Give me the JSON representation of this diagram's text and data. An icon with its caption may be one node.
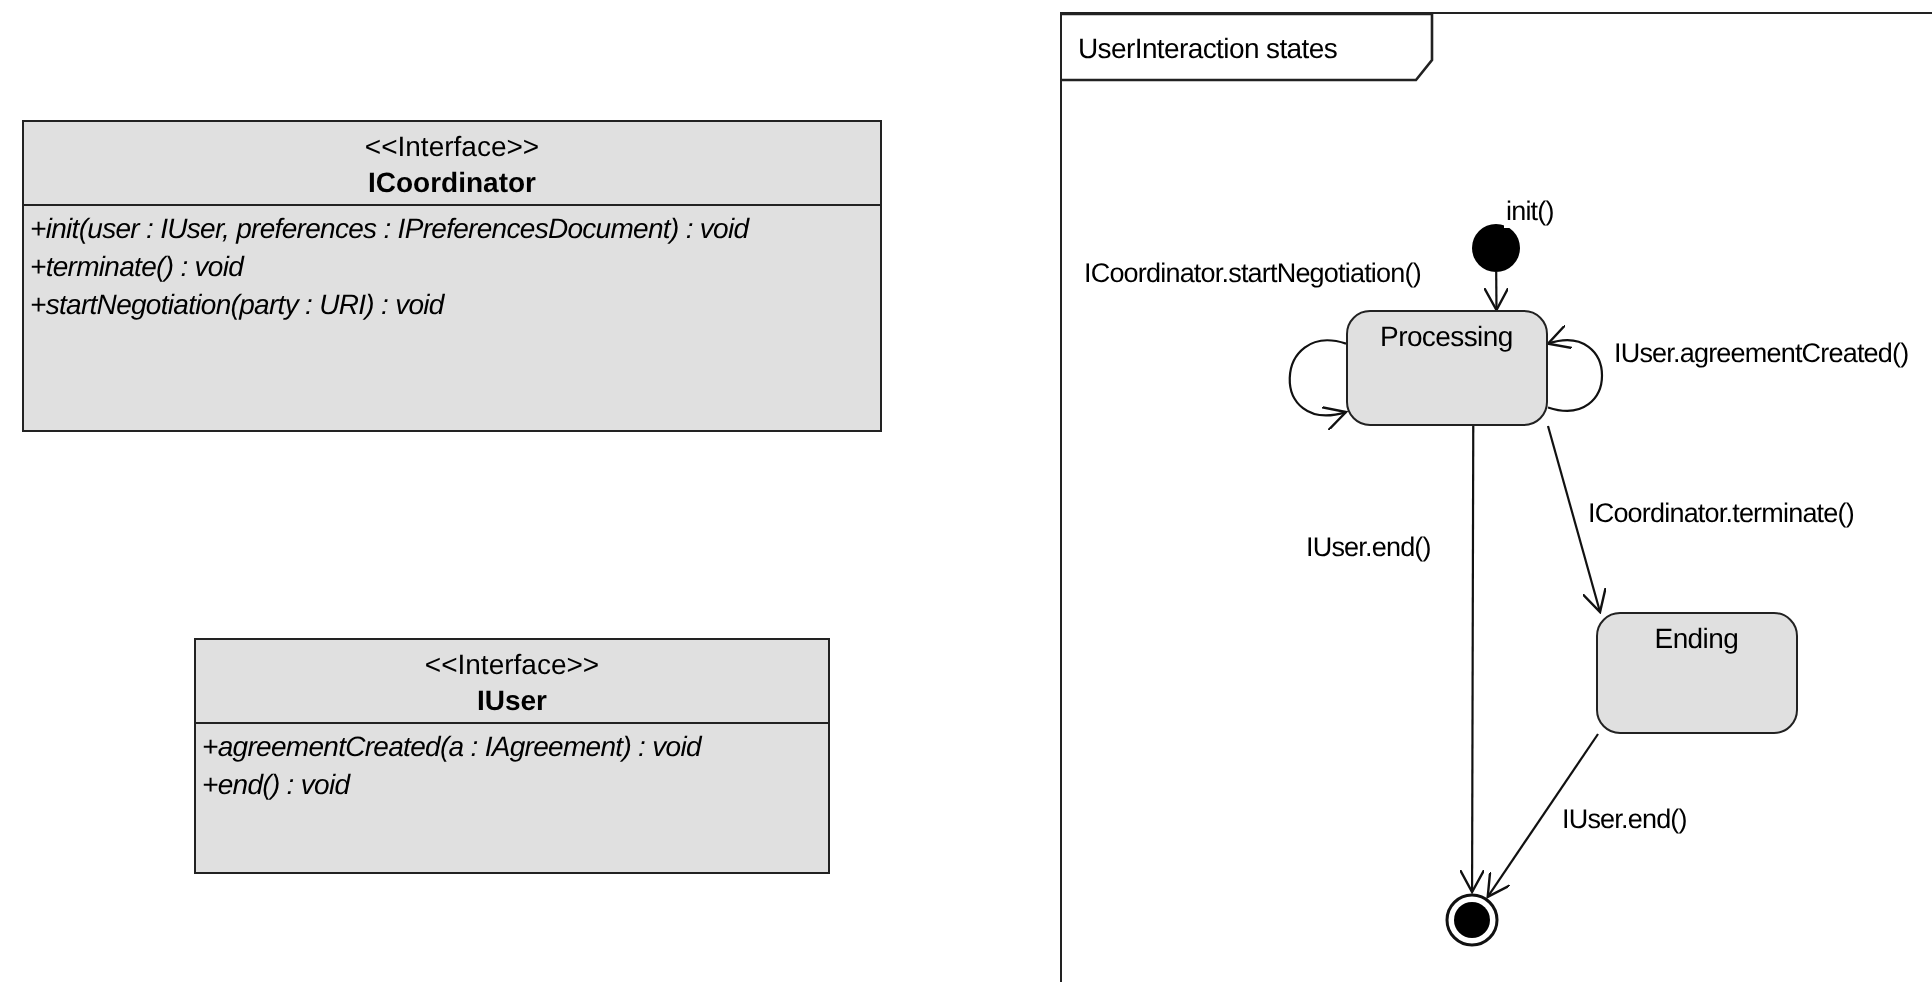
{
  "diagram": {
    "nodes": [
      {
        "text": [
          "<<Interface>>",
          "ICoordinator",
          "+init(user : IUser, preferences : IPreferencesDocument) : void",
          "+terminate() : void",
          "+startNegotiation(party : URI) : void"
        ]
      },
      {
        "text": [
          "<<Interface>>",
          "IUser",
          "+agreementCreated(a : IAgreement) : void",
          "+end() : void"
        ]
      },
      {
        "text": [
          "UserInteraction states"
        ]
      },
      {
        "text": [],
        "shape": "circle",
        "in": 2
      },
      {
        "text": [
          "Processing"
        ],
        "in": 2
      },
      {
        "text": [
          "Ending"
        ],
        "in": 2
      },
      {
        "text": [],
        "shape": "circle",
        "in": 2
      }
    ],
    "edges": [
      {
        "from": 3,
        "to": 4,
        "arrow": "to",
        "label": "init()"
      },
      {
        "from": 4,
        "to": 4,
        "arrow": "to",
        "label": "ICoordinator.startNegotiation()"
      },
      {
        "from": 4,
        "to": 4,
        "arrow": "to",
        "label": "IUser.agreementCreated()"
      },
      {
        "from": 4,
        "to": 5,
        "arrow": "to",
        "label": "ICoordinator.terminate()"
      },
      {
        "from": 4,
        "to": 6,
        "arrow": "to",
        "label": "IUser.end()"
      },
      {
        "from": 5,
        "to": 6,
        "arrow": "to",
        "label": "IUser.end()"
      }
    ]
  }
}
